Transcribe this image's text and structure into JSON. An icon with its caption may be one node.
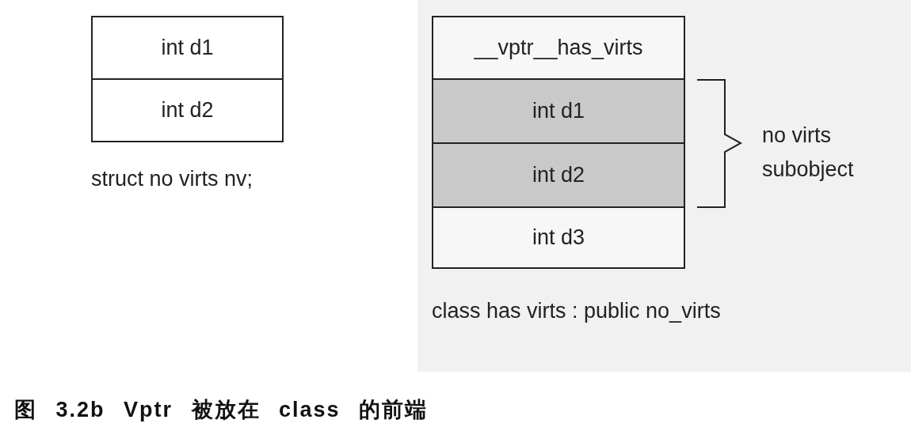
{
  "diagram": {
    "caption": "图 3.2b Vptr 被放在 class 的前端",
    "nodes": [
      {
        "text": [
          "int d1"
        ]
      },
      {
        "text": [
          "int d2"
        ]
      },
      {
        "text": [
          "__vptr__has_virts"
        ]
      },
      {
        "text": [
          "int d1"
        ]
      },
      {
        "text": [
          "int d2"
        ]
      },
      {
        "text": [
          "int d3"
        ]
      }
    ],
    "labels": [
      "struct no virts nv;",
      "no virts subobject",
      "class has virts : public no_virts"
    ]
  }
}
